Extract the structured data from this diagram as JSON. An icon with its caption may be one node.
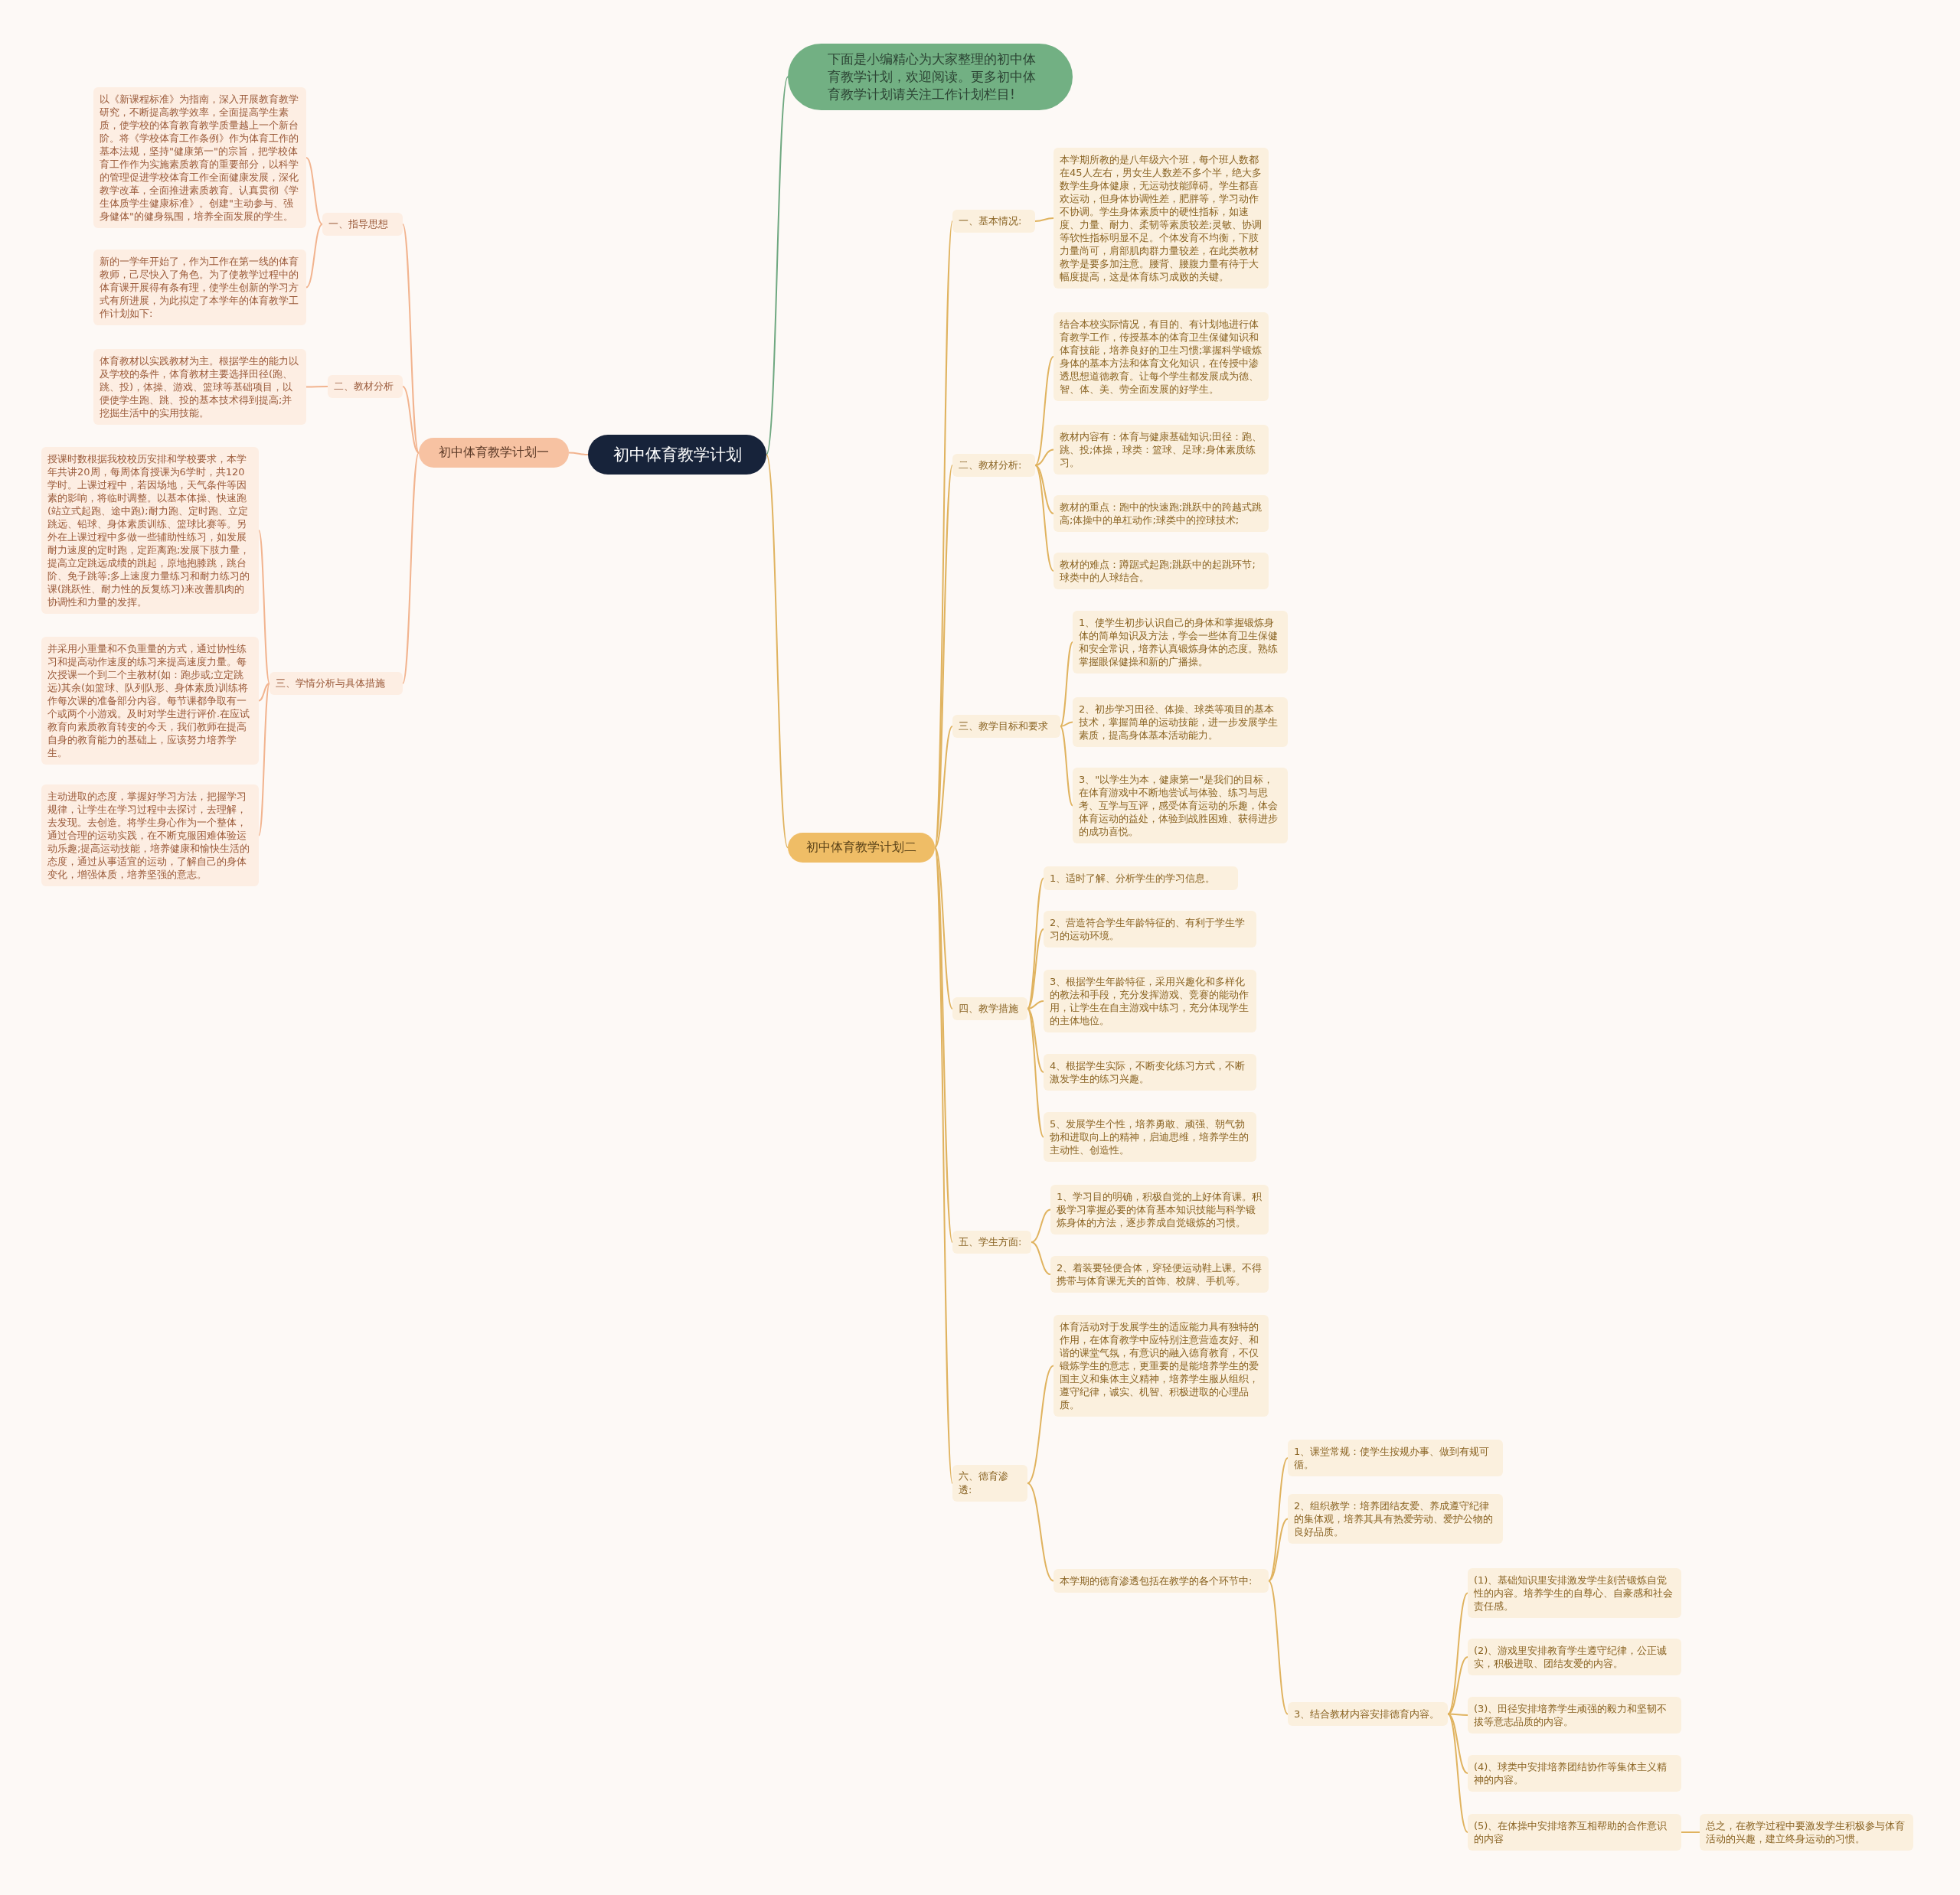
{
  "diagram": {
    "nodes": [
      {
        "text": [
          "初中体育教学计划"
        ]
      },
      {
        "text": [
          "下面是小编精心为大家整理的初中体育教学计划，欢迎阅读。更多初中体育教学计划请关注工作计划栏目!"
        ]
      },
      {
        "text": [
          "初中体育教学计划一"
        ]
      },
      {
        "text": [
          "初中体育教学计划二"
        ]
      },
      {
        "text": [
          "一、指导思想"
        ]
      },
      {
        "text": [
          "以《新课程标准》为指南，深入开展教育教学研究，不断提高教学效率，全面提高学生素质，使学校的体育教育教学质量越上一个新台阶。将《学校体育工作条例》作为体育工作的基本法规，坚持\"健康第一\"的宗旨，把学校体育工作作为实施素质教育的重要部分，以科学的管理促进学校体育工作全面健康发展，深化教学改革，全面推进素质教育。认真贯彻《学生体质学生健康标准》。创建\"主动参与、强身健体\"的健身氛围，培养全面发展的学生。"
        ]
      },
      {
        "text": [
          "新的一学年开始了，作为工作在第一线的体育教师，己尽快入了角色。为了使教学过程中的体育课开展得有条有理，使学生创新的学习方式有所进展，为此拟定了本学年的体育教学工作计划如下:"
        ]
      },
      {
        "text": [
          "二、教材分析"
        ]
      },
      {
        "text": [
          "体育教材以实践教材为主。根据学生的能力以及学校的条件，体育教材主要选择田径(跑、跳、投)，体操、游戏、篮球等基础项目，以便使学生跑、跳、投的基本技术得到提高;并挖掘生活中的实用技能。"
        ]
      },
      {
        "text": [
          "三、学情分析与具体措施"
        ]
      },
      {
        "text": [
          "授课时数根据我校校历安排和学校要求，本学年共讲20周，每周体育授课为6学时，共120学时。上课过程中，若因场地，天气条件等因素的影响，将临时调整。以基本体操、快速跑(站立式起跑、途中跑);耐力跑、定时跑、立定跳远、铅球、身体素质训练、篮球比赛等。另外在上课过程中多做一些辅助性练习，如发展耐力速度的定时跑，定距离跑;发展下肢力量，提高立定跳远成绩的跳起，原地抱膝跳，跳台阶、免子跳等;多上速度力量练习和耐力练习的课(跳跃性、耐力性的反复练习)来改善肌肉的协调性和力量的发挥。"
        ]
      },
      {
        "text": [
          "并采用小重量和不负重量的方式，通过协性练习和提高动作速度的练习来提高速度力量。每次授课一个到二个主教材(如：跑步或;立定跳远)其余(如篮球、队列队形、身体素质)训练将作每次课的准备部分内容。每节课都争取有一个或两个小游戏。及时对学生进行评价.在应试教育向素质教育转变的今天，我们教师在提高自身的教育能力的基础上，应该努力培养学生。"
        ]
      },
      {
        "text": [
          "主动进取的态度，掌握好学习方法，把握学习规律，让学生在学习过程中去探讨，去理解，去发现。去创造。将学生身心作为一个整体，通过合理的运动实践，在不断克服困难体验运动乐趣;提高运动技能，培养健康和愉快生活的态度，通过从事适宜的运动，了解自己的身体变化，增强体质，培养坚强的意志。"
        ]
      },
      {
        "text": [
          "一、基本情况:"
        ]
      },
      {
        "text": [
          "本学期所教的是八年级六个班，每个班人数都在45人左右，男女生人数差不多个半，绝大多数学生身体健康，无运动技能障碍。学生都喜欢运动，但身体协调性差，肥胖等，学习动作不协调。学生身体素质中的硬性指标，如速度、力量、耐力、柔韧等素质较差;灵敏、协调等软性指标明显不足。个体发育不均衡，下肢力量尚可，肩部肌肉群力量较差，在此类教材教学是要多加注意。腰背、腰腹力量有待于大幅度提高，这是体育练习成败的关键。"
        ]
      },
      {
        "text": [
          "二、教材分析:"
        ]
      },
      {
        "text": [
          "结合本校实际情况，有目的、有计划地进行体育教学工作，传授基本的体育卫生保健知识和体育技能，培养良好的卫生习惯;掌握科学锻炼身体的基本方法和体育文化知识，在传授中渗透思想道德教育。让每个学生都发展成为德、智、体、美、劳全面发展的好学生。"
        ]
      },
      {
        "text": [
          "教材内容有：体育与健康基础知识;田径：跑、跳、投;体操，球类：篮球、足球;身体素质练习。"
        ]
      },
      {
        "text": [
          "教材的重点：跑中的快速跑;跳跃中的跨越式跳高;体操中的单杠动作;球类中的控球技术;"
        ]
      },
      {
        "text": [
          "教材的难点：蹲踞式起跑;跳跃中的起跳环节;球类中的人球结合。"
        ]
      },
      {
        "text": [
          "三、教学目标和要求"
        ]
      },
      {
        "text": [
          "1、使学生初步认识自己的身体和掌握锻炼身体的简单知识及方法，学会一些体育卫生保健和安全常识，培养认真锻炼身体的态度。熟练掌握眼保健操和新的广播操。"
        ]
      },
      {
        "text": [
          "2、初步学习田径、体操、球类等项目的基本技术，掌握简单的运动技能，进一步发展学生素质，提高身体基本活动能力。"
        ]
      },
      {
        "text": [
          "3、\"以学生为本，健康第一\"是我们的目标，在体育游戏中不断地尝试与体验、练习与思考、互学与互评，感受体育运动的乐趣，体会体育运动的益处，体验到战胜困难、获得进步的成功喜悦。"
        ]
      },
      {
        "text": [
          "四、教学措施"
        ]
      },
      {
        "text": [
          "1、适时了解、分析学生的学习信息。"
        ]
      },
      {
        "text": [
          "2、营造符合学生年龄特征的、有利于学生学习的运动环境。"
        ]
      },
      {
        "text": [
          "3、根据学生年龄特征，采用兴趣化和多样化的教法和手段，充分发挥游戏、竞赛的能动作用，让学生在自主游戏中练习，充分体现学生的主体地位。"
        ]
      },
      {
        "text": [
          "4、根据学生实际，不断变化练习方式，不断激发学生的练习兴趣。"
        ]
      },
      {
        "text": [
          "5、发展学生个性，培养勇敢、顽强、朝气勃勃和进取向上的精神，启迪思维，培养学生的主动性、创造性。"
        ]
      },
      {
        "text": [
          "五、学生方面:"
        ]
      },
      {
        "text": [
          "1、学习目的明确，积极自觉的上好体育课。积极学习掌握必要的体育基本知识技能与科学锻炼身体的方法，逐步养成自觉锻炼的习惯。"
        ]
      },
      {
        "text": [
          "2、着装要轻便合体，穿轻便运动鞋上课。不得携带与体育课无关的首饰、校牌、手机等。"
        ]
      },
      {
        "text": [
          "六、德育渗透:"
        ]
      },
      {
        "text": [
          "体育活动对于发展学生的适应能力具有独特的作用，在体育教学中应特别注意营造友好、和谐的课堂气氛，有意识的融入德育教育，不仅锻炼学生的意志，更重要的是能培养学生的爱国主义和集体主义精神，培养学生服从组织，遵守纪律，诚实、机智、积极进取的心理品质。"
        ]
      },
      {
        "text": [
          "本学期的德育渗透包括在教学的各个环节中:"
        ]
      },
      {
        "text": [
          "1、课堂常规：使学生按规办事、做到有规可循。"
        ]
      },
      {
        "text": [
          "2、组织教学：培养团结友爱、养成遵守纪律的集体观，培养其具有热爱劳动、爱护公物的良好品质。"
        ]
      },
      {
        "text": [
          "3、结合教材内容安排德育内容。"
        ]
      },
      {
        "text": [
          "(1)、基础知识里安排激发学生刻苦锻炼自觉性的内容。培养学生的自尊心、自豪感和社会责任感。"
        ]
      },
      {
        "text": [
          "(2)、游戏里安排教育学生遵守纪律，公正诚实，积极进取、团结友爱的内容。"
        ]
      },
      {
        "text": [
          "(3)、田径安排培养学生顽强的毅力和坚韧不拔等意志品质的内容。"
        ]
      },
      {
        "text": [
          "(4)、球类中安排培养团结协作等集体主义精神的内容。"
        ]
      },
      {
        "text": [
          "(5)、在体操中安排培养互相帮助的合作意识的内容"
        ]
      },
      {
        "text": [
          "总之，在教学过程中要激发学生积极参与体育活动的兴趣，建立终身运动的习惯。"
        ]
      }
    ],
    "edges": [
      {
        "from": 0,
        "to": 1,
        "arrow": "none",
        "color": "#6fa880"
      },
      {
        "from": 0,
        "to": 2,
        "arrow": "none",
        "color": "#f2b48f"
      },
      {
        "from": 0,
        "to": 3,
        "arrow": "none"
      },
      {
        "from": 2,
        "to": 4,
        "arrow": "none",
        "color": "#f2b48f"
      },
      {
        "from": 2,
        "to": 7,
        "arrow": "none",
        "color": "#f2b48f"
      },
      {
        "from": 2,
        "to": 9,
        "arrow": "none",
        "color": "#f2b48f"
      },
      {
        "from": 4,
        "to": 5,
        "arrow": "none",
        "color": "#f2b48f"
      },
      {
        "from": 4,
        "to": 6,
        "arrow": "none",
        "color": "#f2b48f"
      },
      {
        "from": 7,
        "to": 8,
        "arrow": "none",
        "color": "#f2b48f"
      },
      {
        "from": 9,
        "to": 10,
        "arrow": "none",
        "color": "#f2b48f"
      },
      {
        "from": 9,
        "to": 11,
        "arrow": "none",
        "color": "#f2b48f"
      },
      {
        "from": 9,
        "to": 12,
        "arrow": "none",
        "color": "#f2b48f"
      },
      {
        "from": 3,
        "to": 13,
        "arrow": "none"
      },
      {
        "from": 3,
        "to": 15,
        "arrow": "none"
      },
      {
        "from": 3,
        "to": 20,
        "arrow": "none"
      },
      {
        "from": 3,
        "to": 24,
        "arrow": "none"
      },
      {
        "from": 3,
        "to": 30,
        "arrow": "none"
      },
      {
        "from": 3,
        "to": 33,
        "arrow": "none"
      },
      {
        "from": 13,
        "to": 14,
        "arrow": "none"
      },
      {
        "from": 15,
        "to": 16,
        "arrow": "none"
      },
      {
        "from": 15,
        "to": 17,
        "arrow": "none"
      },
      {
        "from": 15,
        "to": 18,
        "arrow": "none"
      },
      {
        "from": 15,
        "to": 19,
        "arrow": "none"
      },
      {
        "from": 20,
        "to": 21,
        "arrow": "none"
      },
      {
        "from": 20,
        "to": 22,
        "arrow": "none"
      },
      {
        "from": 20,
        "to": 23,
        "arrow": "none"
      },
      {
        "from": 24,
        "to": 25,
        "arrow": "none"
      },
      {
        "from": 24,
        "to": 26,
        "arrow": "none"
      },
      {
        "from": 24,
        "to": 27,
        "arrow": "none"
      },
      {
        "from": 24,
        "to": 28,
        "arrow": "none"
      },
      {
        "from": 24,
        "to": 29,
        "arrow": "none"
      },
      {
        "from": 30,
        "to": 31,
        "arrow": "none"
      },
      {
        "from": 30,
        "to": 32,
        "arrow": "none"
      },
      {
        "from": 33,
        "to": 34,
        "arrow": "none"
      },
      {
        "from": 33,
        "to": 35,
        "arrow": "none"
      },
      {
        "from": 35,
        "to": 36,
        "arrow": "none"
      },
      {
        "from": 35,
        "to": 37,
        "arrow": "none"
      },
      {
        "from": 35,
        "to": 38,
        "arrow": "none"
      },
      {
        "from": 38,
        "to": 39,
        "arrow": "none"
      },
      {
        "from": 38,
        "to": 40,
        "arrow": "none"
      },
      {
        "from": 38,
        "to": 41,
        "arrow": "none"
      },
      {
        "from": 38,
        "to": 42,
        "arrow": "none"
      },
      {
        "from": 38,
        "to": 43,
        "arrow": "none"
      },
      {
        "from": 43,
        "to": 44,
        "arrow": "none"
      }
    ]
  }
}
